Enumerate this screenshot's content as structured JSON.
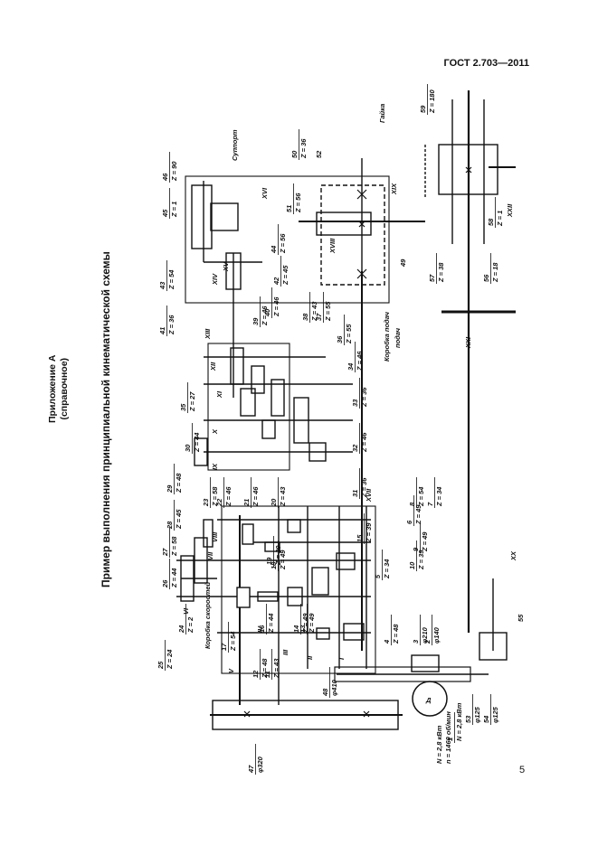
{
  "document": {
    "standard": "ГОСТ 2.703—2011",
    "page_number": "5",
    "appendix_title": "Приложение А",
    "appendix_note": "(справочное)",
    "figure_title": "Пример выполнения принципиальной кинематической схемы"
  },
  "labels": {
    "box_speeds": "Коробка скоростей",
    "box_feeds": "Коробка подач",
    "box_feeds_l2": "подач",
    "support": "Суппорт",
    "head": "Гайка",
    "motor": "Д",
    "motor_params_1": "N = 2,8 кВт",
    "motor_params_2": "n = 1460 об/мин"
  },
  "shafts": [
    "I",
    "II",
    "III",
    "IV",
    "V",
    "VI",
    "VII",
    "VIII",
    "IX",
    "X",
    "XI",
    "XII",
    "XIII",
    "XIV",
    "XV",
    "XVI",
    "XVII",
    "XVIII",
    "XIX",
    "XX",
    "XXI",
    "XXII"
  ],
  "items": [
    {
      "n": "1",
      "z": "N = 2,8 кВт"
    },
    {
      "n": "2",
      "z": "φ140"
    },
    {
      "n": "3",
      "z": "φ210"
    },
    {
      "n": "4",
      "z": "Z = 48"
    },
    {
      "n": "5",
      "z": "Z = 34"
    },
    {
      "n": "6",
      "z": "Z = 49"
    },
    {
      "n": "7",
      "z": "Z = 34"
    },
    {
      "n": "8",
      "z": "Z = 54"
    },
    {
      "n": "9",
      "z": "Z = 49"
    },
    {
      "n": "10",
      "z": "Z = 39"
    },
    {
      "n": "11",
      "z": "Z = 43"
    },
    {
      "n": "12",
      "z": "Z = 48"
    },
    {
      "n": "13",
      "z": "Z = 49"
    },
    {
      "n": "14",
      "z": "Z = 49"
    },
    {
      "n": "15",
      "z": "Z = 39"
    },
    {
      "n": "16",
      "z": "Z = 44"
    },
    {
      "n": "17",
      "z": "Z = 54"
    },
    {
      "n": "18",
      "z": "Z = 49"
    },
    {
      "n": "19",
      "z": "Z = 29"
    },
    {
      "n": "20",
      "z": "Z = 43"
    },
    {
      "n": "21",
      "z": "Z = 46"
    },
    {
      "n": "22",
      "z": "Z = 46"
    },
    {
      "n": "23",
      "z": "Z = 58"
    },
    {
      "n": "24",
      "z": "Z = 2"
    },
    {
      "n": "25",
      "z": "Z = 24"
    },
    {
      "n": "26",
      "z": "Z = 44"
    },
    {
      "n": "27",
      "z": "Z = 58"
    },
    {
      "n": "28",
      "z": "Z = 45"
    },
    {
      "n": "29",
      "z": "Z = 48"
    },
    {
      "n": "30",
      "z": "Z = 44"
    },
    {
      "n": "31",
      "z": "Z = 36"
    },
    {
      "n": "32",
      "z": "Z = 46"
    },
    {
      "n": "33",
      "z": "Z = 36"
    },
    {
      "n": "34",
      "z": "Z = 46"
    },
    {
      "n": "35",
      "z": "Z = 27"
    },
    {
      "n": "36",
      "z": "Z = 55"
    },
    {
      "n": "37",
      "z": "Z = 55"
    },
    {
      "n": "38",
      "z": "Z = 43"
    },
    {
      "n": "39",
      "z": "Z = 46"
    },
    {
      "n": "40",
      "z": "Z = 46"
    },
    {
      "n": "41",
      "z": "Z = 36"
    },
    {
      "n": "42",
      "z": "Z = 45"
    },
    {
      "n": "43",
      "z": "Z = 54"
    },
    {
      "n": "44",
      "z": "Z = 56"
    },
    {
      "n": "45",
      "z": "Z = 1"
    },
    {
      "n": "46",
      "z": "Z = 90"
    },
    {
      "n": "47",
      "z": "φ320"
    },
    {
      "n": "48",
      "z": "φ410"
    },
    {
      "n": "49",
      "z": ""
    },
    {
      "n": "50",
      "z": "Z = 36"
    },
    {
      "n": "51",
      "z": "Z = 56"
    },
    {
      "n": "52",
      "z": ""
    },
    {
      "n": "53",
      "z": "φ125"
    },
    {
      "n": "54",
      "z": "φ125"
    },
    {
      "n": "55",
      "z": ""
    },
    {
      "n": "56",
      "z": "Z = 18"
    },
    {
      "n": "57",
      "z": "Z = 38"
    },
    {
      "n": "58",
      "z": "Z = 1"
    },
    {
      "n": "59",
      "z": "Z = 180"
    }
  ]
}
